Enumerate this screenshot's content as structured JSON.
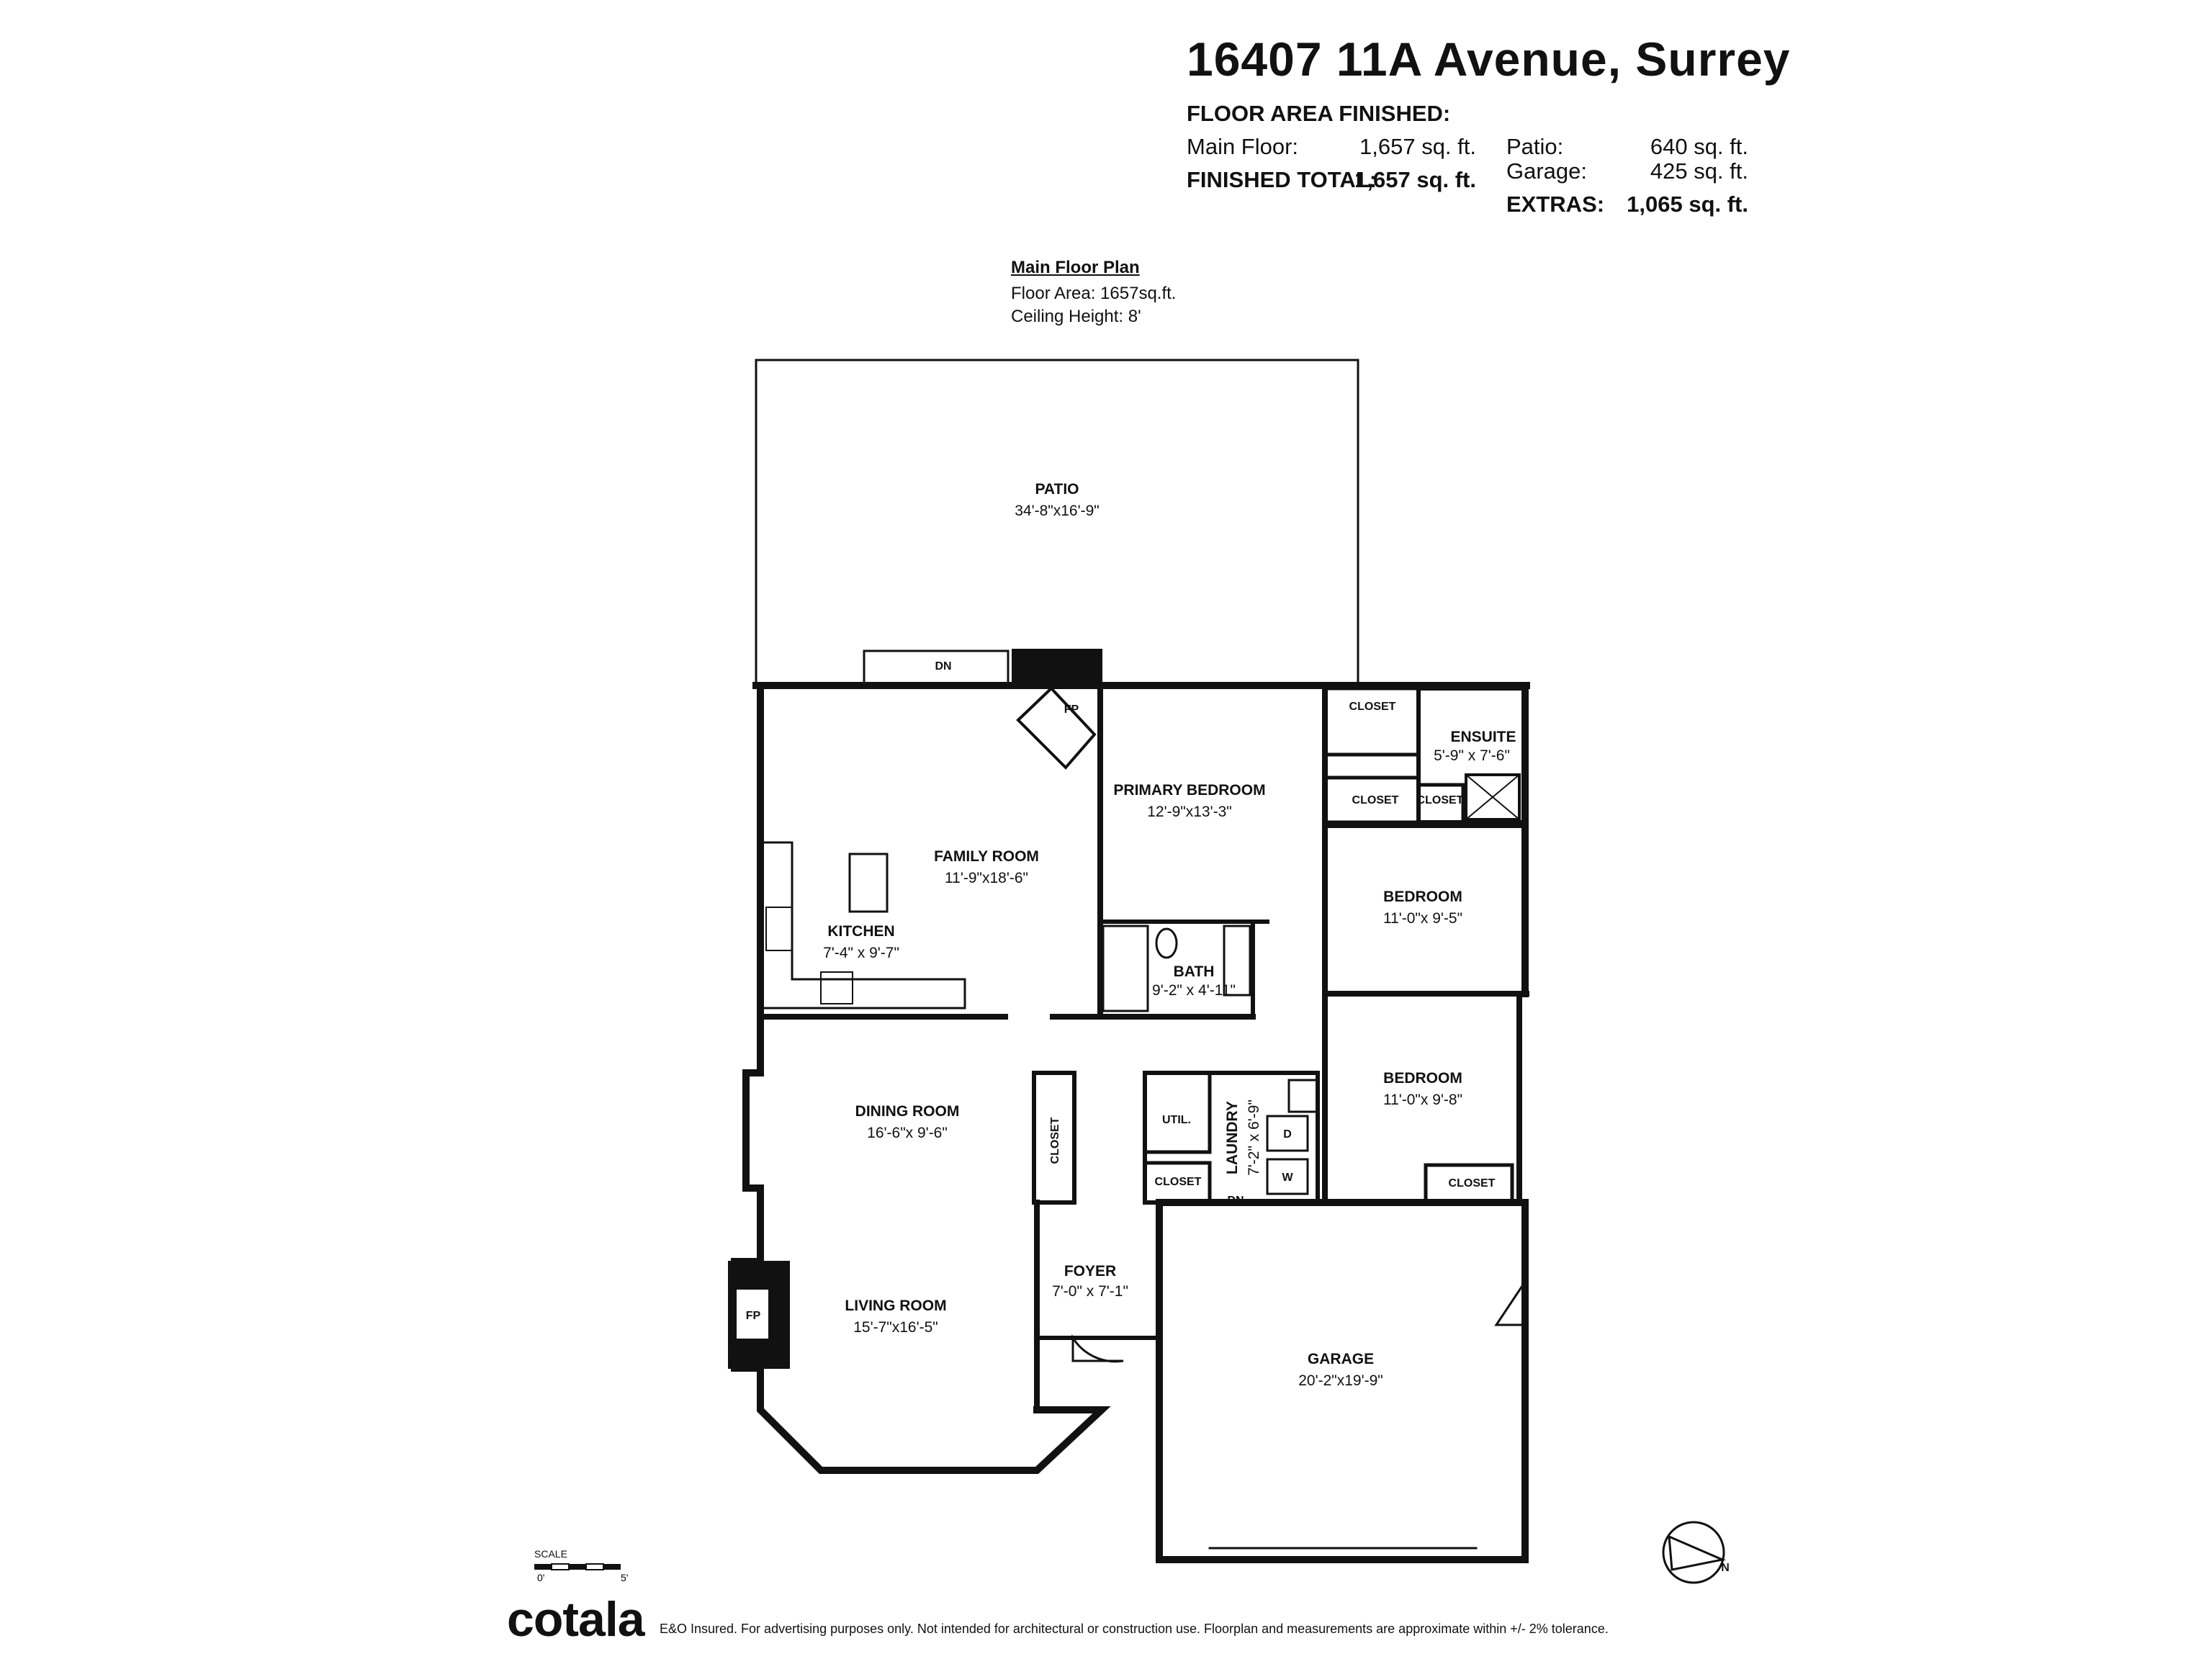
{
  "header": {
    "address": "16407 11A Avenue, Surrey",
    "floor_area_label": "FLOOR AREA FINISHED:",
    "main_floor_label": "Main Floor:",
    "main_floor_value": "1,657 sq. ft.",
    "finished_total_label": "FINISHED TOTAL:",
    "finished_total_value": "1,657 sq. ft.",
    "patio_label": "Patio:",
    "patio_value": "640 sq. ft.",
    "garage_label": "Garage:",
    "garage_value": "425 sq. ft.",
    "extras_label": "EXTRAS:",
    "extras_value": "1,065 sq. ft."
  },
  "plan": {
    "title": "Main Floor Plan",
    "floor_area": "Floor Area: 1657sq.ft.",
    "ceiling_height": "Ceiling Height: 8'"
  },
  "rooms": {
    "patio": {
      "name": "PATIO",
      "dims": "34'-8\"x16'-9\""
    },
    "family_room": {
      "name": "FAMILY ROOM",
      "dims": "11'-9\"x18'-6\""
    },
    "kitchen": {
      "name": "KITCHEN",
      "dims": "7'-4\" x 9'-7\""
    },
    "primary_bedroom": {
      "name": "PRIMARY BEDROOM",
      "dims": "12'-9\"x13'-3\""
    },
    "ensuite": {
      "name": "ENSUITE",
      "dims": "5'-9\" x 7'-6\""
    },
    "bedroom_1": {
      "name": "BEDROOM",
      "dims": "11'-0\"x 9'-5\""
    },
    "bath": {
      "name": "BATH",
      "dims": "9'-2\" x 4'-11\""
    },
    "bedroom_2": {
      "name": "BEDROOM",
      "dims": "11'-0\"x 9'-8\""
    },
    "dining_room": {
      "name": "DINING ROOM",
      "dims": "16'-6\"x 9'-6\""
    },
    "laundry": {
      "name": "LAUNDRY",
      "dims": "7'-2\" x 6'-9\""
    },
    "living_room": {
      "name": "LIVING ROOM",
      "dims": "15'-7\"x16'-5\""
    },
    "foyer": {
      "name": "FOYER",
      "dims": "7'-0\" x 7'-1\""
    },
    "garage": {
      "name": "GARAGE",
      "dims": "20'-2\"x19'-9\""
    }
  },
  "labels": {
    "closet": "CLOSET",
    "fp": "FP",
    "dn": "DN",
    "util": "UTIL.",
    "dryer": "D",
    "washer": "W",
    "north": "N"
  },
  "scale": {
    "label": "SCALE",
    "zero": "0'",
    "five": "5'"
  },
  "footer": {
    "logo": "cotala",
    "disclaimer": "E&O Insured. For advertising purposes only. Not intended for architectural or construction use. Floorplan and measurements are approximate within +/- 2% tolerance."
  }
}
